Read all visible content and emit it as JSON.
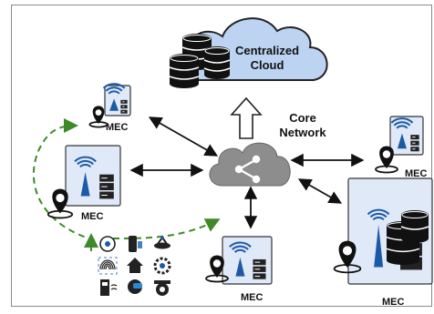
{
  "cloud": {
    "line1": "Centralized",
    "line2": "Cloud",
    "fill": "#bcd3f1",
    "stroke": "#222222"
  },
  "core": {
    "line1": "Core",
    "line2": "Network",
    "fill": "#8d8d8d"
  },
  "mec_label": "MEC",
  "nodes": {
    "mec_top_left": {
      "label": "MEC"
    },
    "mec_left": {
      "label": "MEC"
    },
    "mec_right_top": {
      "label": "MEC"
    },
    "mec_bottom": {
      "label": "MEC"
    },
    "mec_bottom_right": {
      "label": "MEC"
    }
  },
  "devices": [
    "robot-arm-icon",
    "smart-plug-icon",
    "drone-icon",
    "fingerprint-icon",
    "smart-home-icon",
    "settings-gear-icon",
    "smart-meter-icon",
    "vr-headset-icon",
    "cctv-camera-icon"
  ],
  "colors": {
    "mec_box_fill": "#dfe9f7",
    "antenna_blue": "#1c5aa6",
    "migration_arrow": "#3d8a28",
    "link_arrow": "#111111",
    "db_fill": "#111111"
  }
}
